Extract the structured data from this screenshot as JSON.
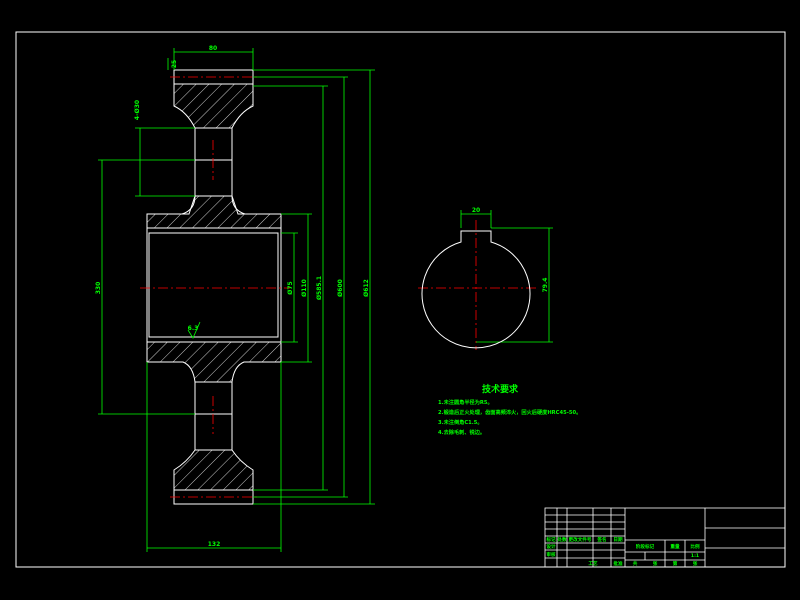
{
  "drawing": {
    "background": "#000000",
    "colors": {
      "outline": "#ffffff",
      "dimension": "#00ff00",
      "centerline": "#ff0000",
      "hatch": "#ffffff"
    },
    "dimensions": {
      "top_width": "80",
      "rim_thickness": "25",
      "web_height": "4-Ø30",
      "bore_length": "330",
      "bore_diameter": "Ø75",
      "hub_diameter": "Ø110",
      "root_diameter": "Ø585.1",
      "pitch_diameter": "Ø600",
      "tip_diameter": "Ø612",
      "bottom_width": "132",
      "key_width": "20",
      "key_depth": "79.4",
      "surface_finish": "6.3"
    },
    "notes": {
      "title": "技术要求",
      "items": [
        "1.未注圆角半径为R5。",
        "2.锻造后正火处理，齿面高频淬火，回火后硬度HRC45-50。",
        "3.未注倒角C1.5。",
        "4.去除毛刺、锐边。"
      ]
    },
    "title_block": {
      "cells": [
        "标记",
        "处数",
        "更改文件号",
        "签名",
        "日期",
        "阶段标记",
        "重量",
        "比例",
        "1:1",
        "设计",
        "审核",
        "工艺",
        "批准",
        "共",
        "张",
        "第",
        "张"
      ]
    }
  }
}
